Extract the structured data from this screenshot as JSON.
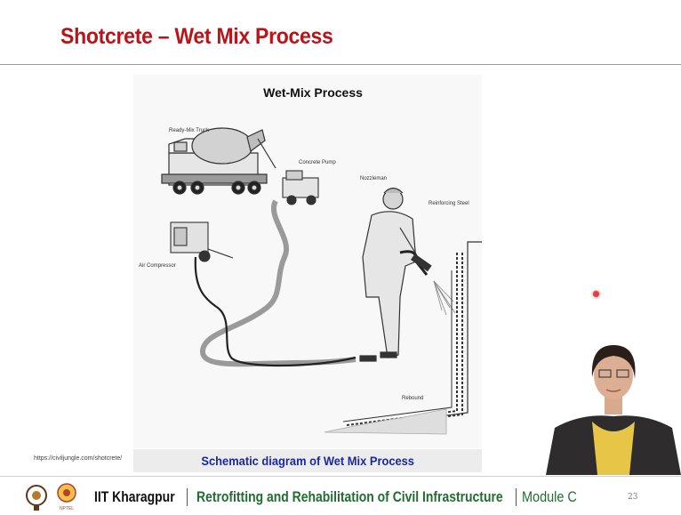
{
  "slide": {
    "title": "Shotcrete – Wet Mix Process",
    "source_url": "https://civiljungle.com/shotcrete/",
    "caption": "Schematic diagram of Wet Mix Process"
  },
  "figure": {
    "heading": "Wet-Mix Process",
    "labels": {
      "ready_mix_truck": "Ready-Mix Truck",
      "concrete_pump": "Concrete Pump",
      "nozzleman": "Nozzleman",
      "reinforcing_steel": "Reinforcing Steel",
      "air_compressor": "Air Compressor",
      "rebound": "Rebound"
    }
  },
  "footer": {
    "institute": "IIT Kharagpur",
    "course": "Retrofitting and Rehabilitation of Civil Infrastructure",
    "module": "Module C",
    "page_number": "23"
  },
  "colors": {
    "title_red": "#b8141a",
    "caption_blue": "#1a2a9c",
    "footer_green": "#1f6e2f"
  }
}
